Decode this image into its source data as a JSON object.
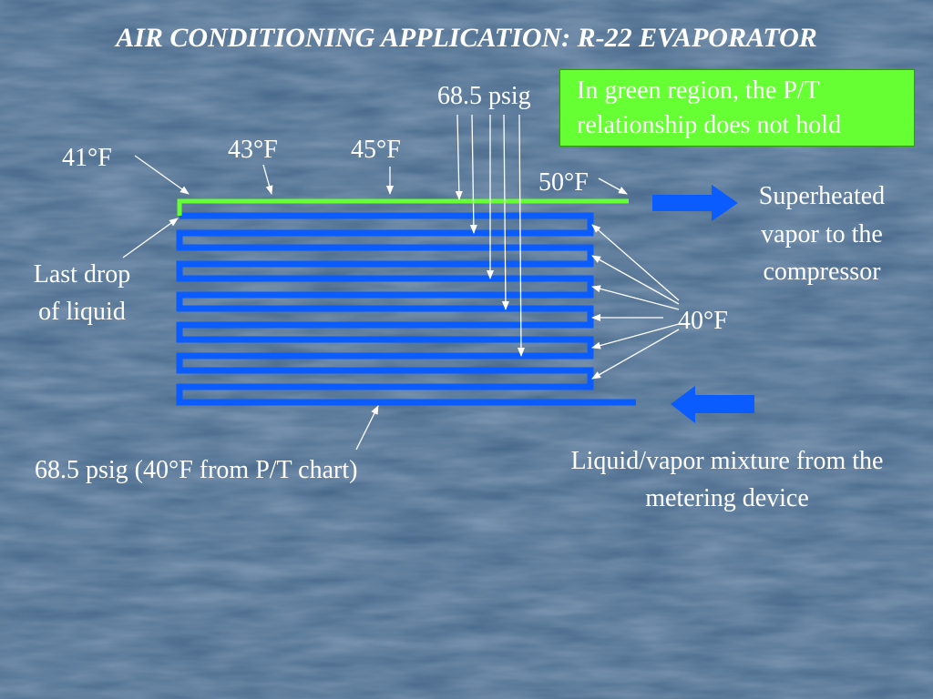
{
  "slide": {
    "title": "AIR CONDITIONING APPLICATION: R-22 EVAPORATOR",
    "callout": {
      "lines": [
        "In green region, the P/T",
        "relationship does not hold"
      ],
      "color": "#66ff33"
    },
    "labels": {
      "psig_top": "68.5 psig",
      "temp_41": "41°F",
      "temp_43": "43°F",
      "temp_45": "45°F",
      "temp_50": "50°F",
      "temp_40": "40°F",
      "last_drop": [
        "Last drop",
        "of liquid"
      ],
      "superheated": [
        "Superheated",
        "vapor to the",
        "compressor"
      ],
      "psig_bottom": "68.5 psig (40°F from P/T chart)",
      "mixture": [
        "Liquid/vapor mixture from the",
        "metering device"
      ]
    },
    "colors": {
      "background": "#4a6a8c",
      "coil": "#0a5cff",
      "superheat_line": "#66ff33",
      "arrow": "#0a5cff",
      "text": "#ffffff"
    }
  }
}
